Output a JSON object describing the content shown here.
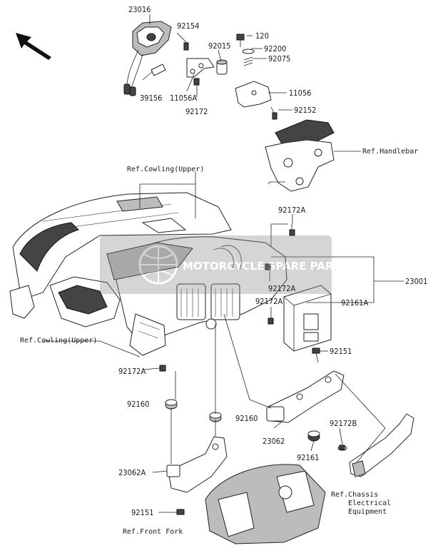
{
  "part_labels": [
    {
      "id": "23016",
      "text": "23016"
    },
    {
      "id": "92154",
      "text": "92154"
    },
    {
      "id": "92015",
      "text": "92015"
    },
    {
      "id": "120",
      "text": "120"
    },
    {
      "id": "92200",
      "text": "92200"
    },
    {
      "id": "92075",
      "text": "92075"
    },
    {
      "id": "39156",
      "text": "39156"
    },
    {
      "id": "11056A",
      "text": "11056A"
    },
    {
      "id": "11056",
      "text": "11056"
    },
    {
      "id": "92172_top",
      "text": "92172"
    },
    {
      "id": "92152",
      "text": "92152"
    },
    {
      "id": "92172A_right",
      "text": "92172A"
    },
    {
      "id": "23001",
      "text": "23001"
    },
    {
      "id": "92172A_mid",
      "text": "92172A"
    },
    {
      "id": "92172A_low",
      "text": "92172A"
    },
    {
      "id": "92161A",
      "text": "92161A"
    },
    {
      "id": "92151_right",
      "text": "92151"
    },
    {
      "id": "92172A_left",
      "text": "92172A"
    },
    {
      "id": "92160_left",
      "text": "92160"
    },
    {
      "id": "92160_mid",
      "text": "92160"
    },
    {
      "id": "23062",
      "text": "23062"
    },
    {
      "id": "92161",
      "text": "92161"
    },
    {
      "id": "92172B",
      "text": "92172B"
    },
    {
      "id": "23062A",
      "text": "23062A"
    },
    {
      "id": "92151_bottom",
      "text": "92151"
    }
  ],
  "references": {
    "handlebar": "Ref.Handlebar",
    "cowling_top": "Ref.Cowling(Upper)",
    "cowling_left": "Ref.Cowling(Upper)",
    "front_fork": "Ref.Front Fork",
    "chassis_1": "Ref.Chassis",
    "chassis_2": "Electrical",
    "chassis_3": "Equipment"
  },
  "watermark": "MOTORCYCLE SPARE PARTS"
}
